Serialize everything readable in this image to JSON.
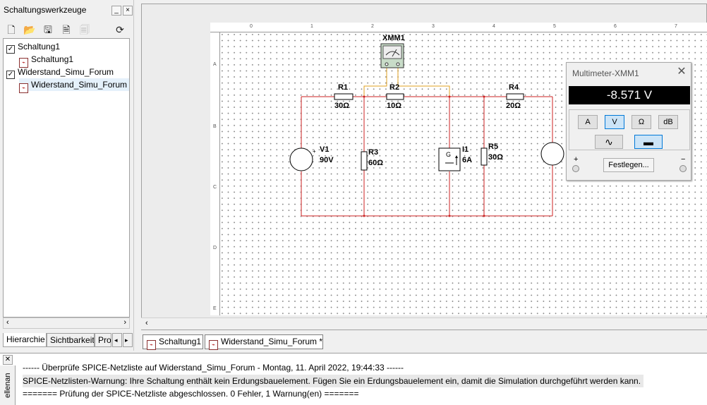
{
  "panel": {
    "title": "Schaltungswerkzeuge",
    "minimize": "_",
    "close": "×",
    "tree": [
      {
        "label": "Schaltung1"
      },
      {
        "label": "Schaltung1"
      },
      {
        "label": "Widerstand_Simu_Forum"
      },
      {
        "label": "Widerstand_Simu_Forum"
      }
    ],
    "tabs": [
      "Hierarchie",
      "Sichtbarkeit",
      "Pro"
    ]
  },
  "doc_tabs": [
    "Schaltung1",
    "Widerstand_Simu_Forum *"
  ],
  "ruler": {
    "top": [
      "0",
      "1",
      "2",
      "3",
      "4",
      "5",
      "6",
      "7"
    ],
    "left": [
      "A",
      "B",
      "C",
      "D",
      "E"
    ]
  },
  "circuit": {
    "xmm": "XMM1",
    "r1": {
      "name": "R1",
      "value": "30Ω"
    },
    "r2": {
      "name": "R2",
      "value": "10Ω"
    },
    "r3": {
      "name": "R3",
      "value": "60Ω"
    },
    "r4": {
      "name": "R4",
      "value": "20Ω"
    },
    "r5": {
      "name": "R5",
      "value": "30Ω"
    },
    "v1": {
      "name": "V1",
      "value": "90V"
    },
    "i1": {
      "name": "I1",
      "value": "6A"
    }
  },
  "multimeter": {
    "title": "Multimeter-XMM1",
    "reading": "-8.571 V",
    "modes": [
      "A",
      "V",
      "Ω",
      "dB"
    ],
    "active_mode": "V",
    "settings_button": "Festlegen...",
    "plus": "+",
    "minus": "−"
  },
  "log": {
    "side_label": "ellenan",
    "lines": [
      "------ Überprüfe SPICE-Netzliste auf Widerstand_Simu_Forum - Montag, 11. April 2022, 19:44:33 ------",
      "SPICE-Netzlisten-Warnung:  Ihre Schaltung enthält kein Erdungsbauelement. Fügen Sie ein Erdungsbauelement ein, damit die Simulation durchgeführt werden kann.",
      "======= Prüfung der SPICE-Netzliste abgeschlossen. 0 Fehler, 1 Warnung(en) ======="
    ]
  }
}
